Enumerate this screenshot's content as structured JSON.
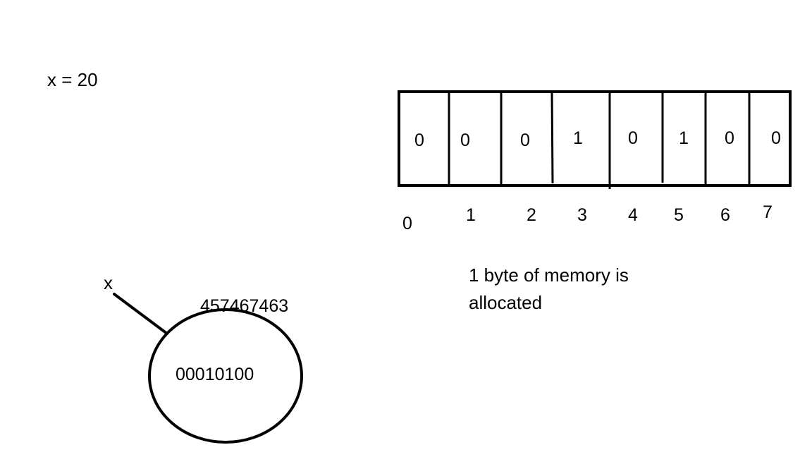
{
  "assignment": "x = 20",
  "memory_byte": {
    "bits": [
      "0",
      "0",
      "0",
      "1",
      "0",
      "1",
      "0",
      "0"
    ],
    "indices": [
      "0",
      "1",
      "2",
      "3",
      "4",
      "5",
      "6",
      "7"
    ],
    "caption_line1": "1 byte of memory is",
    "caption_line2": "allocated"
  },
  "variable_node": {
    "name": "x",
    "address": "457467463",
    "binary_value": "00010100"
  }
}
